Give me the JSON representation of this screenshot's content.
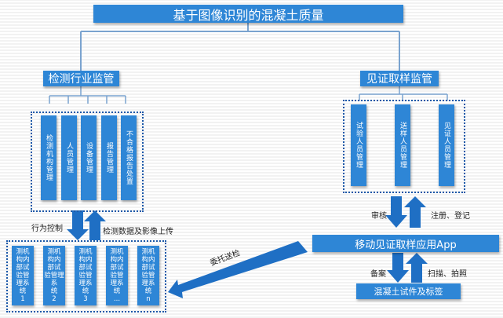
{
  "title": "基于图像识别的混凝土质量",
  "left_section": {
    "title": "检测行业监管",
    "items": [
      "检测机构管理",
      "人员管理",
      "设备管理",
      "报告管理",
      "不合格报告处置"
    ]
  },
  "right_section": {
    "title": "见证取样监管",
    "items": [
      "试验人员管理",
      "送样人员管理",
      "见证人员管理"
    ]
  },
  "labels": {
    "behavior_control": "行为控制",
    "upload": "检测数据及影像上传",
    "review": "审核",
    "register": "注册、登记",
    "entrust": "委托送检",
    "filing": "备案",
    "scan": "扫描、拍照"
  },
  "app_box": "移动见证取样应用App",
  "sample_box": "混凝土试件及标签",
  "lab_systems": [
    {
      "lines": [
        "测机",
        "构内",
        "部试",
        "验管",
        "理系",
        "统",
        "1"
      ]
    },
    {
      "lines": [
        "测机",
        "构内",
        "部试",
        "验管理系",
        "统",
        "2"
      ]
    },
    {
      "lines": [
        "测机",
        "构内",
        "部试",
        "验管",
        "理系",
        "统",
        "3"
      ]
    },
    {
      "lines": [
        "测机",
        "构内",
        "部试",
        "验管",
        "理系",
        "统",
        "..."
      ]
    },
    {
      "lines": [
        "测机",
        "构内",
        "部试",
        "验管",
        "理系",
        "统",
        "n"
      ]
    }
  ]
}
